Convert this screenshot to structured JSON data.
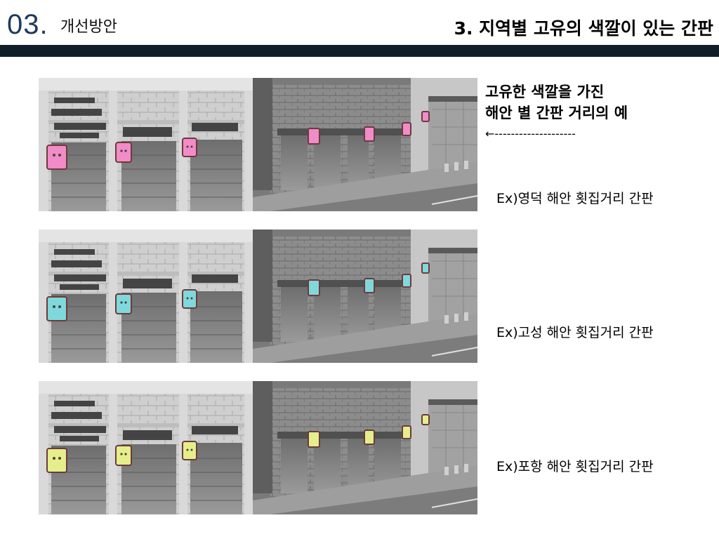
{
  "header": {
    "slide_number": "03.",
    "section_name": "개선방안",
    "title": "3. 지역별 고유의 색깔이 있는 간판"
  },
  "callout": {
    "line1": "고유한 색깔을 가진",
    "line2": "해안 별 간판 거리의 예",
    "arrow": "←--------------------"
  },
  "examples": [
    {
      "caption": "Ex)영덕 해안 횟집거리 간판",
      "sign_color": "#f28bc8"
    },
    {
      "caption": "Ex)고성 해안 횟집거리 간판",
      "sign_color": "#7fd8dc"
    },
    {
      "caption": "Ex)포항 해안 횟집거리 간판",
      "sign_color": "#e6ee8c"
    }
  ]
}
